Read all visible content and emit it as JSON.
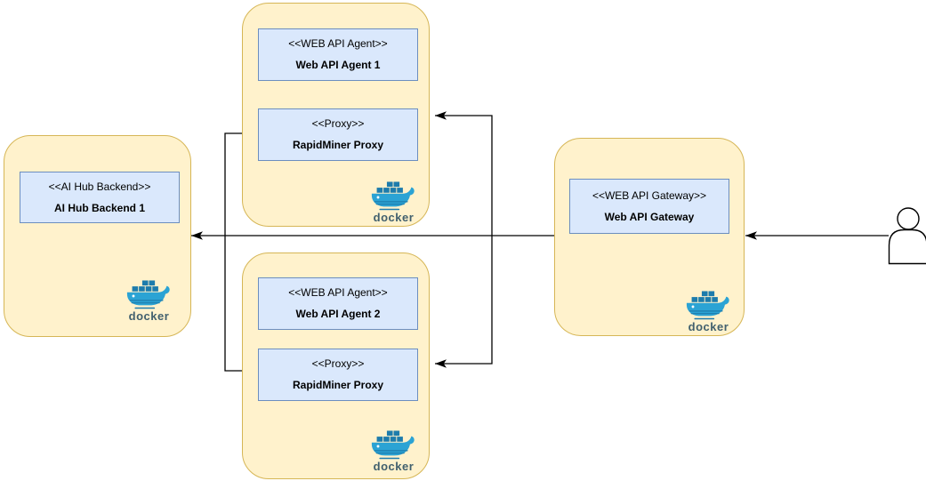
{
  "diagram": {
    "type": "deployment-diagram",
    "containers": [
      {
        "id": "docker-host-ai-hub",
        "platform": "docker",
        "nodes": [
          {
            "stereotype": "<<AI Hub Backend>>",
            "name": "AI Hub Backend 1"
          }
        ]
      },
      {
        "id": "docker-host-agent-1",
        "platform": "docker",
        "nodes": [
          {
            "stereotype": "<<WEB API Agent>>",
            "name": "Web API Agent 1"
          },
          {
            "stereotype": "<<Proxy>>",
            "name": "RapidMiner Proxy"
          }
        ]
      },
      {
        "id": "docker-host-agent-2",
        "platform": "docker",
        "nodes": [
          {
            "stereotype": "<<WEB API Agent>>",
            "name": "Web API Agent 2"
          },
          {
            "stereotype": "<<Proxy>>",
            "name": "RapidMiner Proxy"
          }
        ]
      },
      {
        "id": "docker-host-gateway",
        "platform": "docker",
        "nodes": [
          {
            "stereotype": "<<WEB API Gateway>>",
            "name": "Web API Gateway"
          }
        ]
      }
    ],
    "actors": [
      {
        "id": "user",
        "icon": "person-outline"
      }
    ],
    "edges": [
      {
        "from": "user",
        "to": "web-api-gateway"
      },
      {
        "from": "web-api-gateway",
        "to": "ai-hub-backend-1"
      },
      {
        "from": "web-api-gateway",
        "to": "rapidminer-proxy-agent-1"
      },
      {
        "from": "web-api-gateway",
        "to": "rapidminer-proxy-agent-2"
      },
      {
        "from": "rapidminer-proxy-agent-1",
        "to": "ai-hub-backend-1"
      },
      {
        "from": "rapidminer-proxy-agent-2",
        "to": "ai-hub-backend-1"
      }
    ]
  },
  "docker": {
    "label": "docker"
  },
  "colors": {
    "container-fill": "#FFF2CC",
    "container-stroke": "#D6B656",
    "node-fill": "#DAE8FC",
    "node-stroke": "#6C8EBF",
    "edge": "#000000",
    "docker-blue": "#2BA3D4",
    "docker-dark": "#1D7CAC",
    "docker-text": "#41606E",
    "text": "#000000"
  }
}
